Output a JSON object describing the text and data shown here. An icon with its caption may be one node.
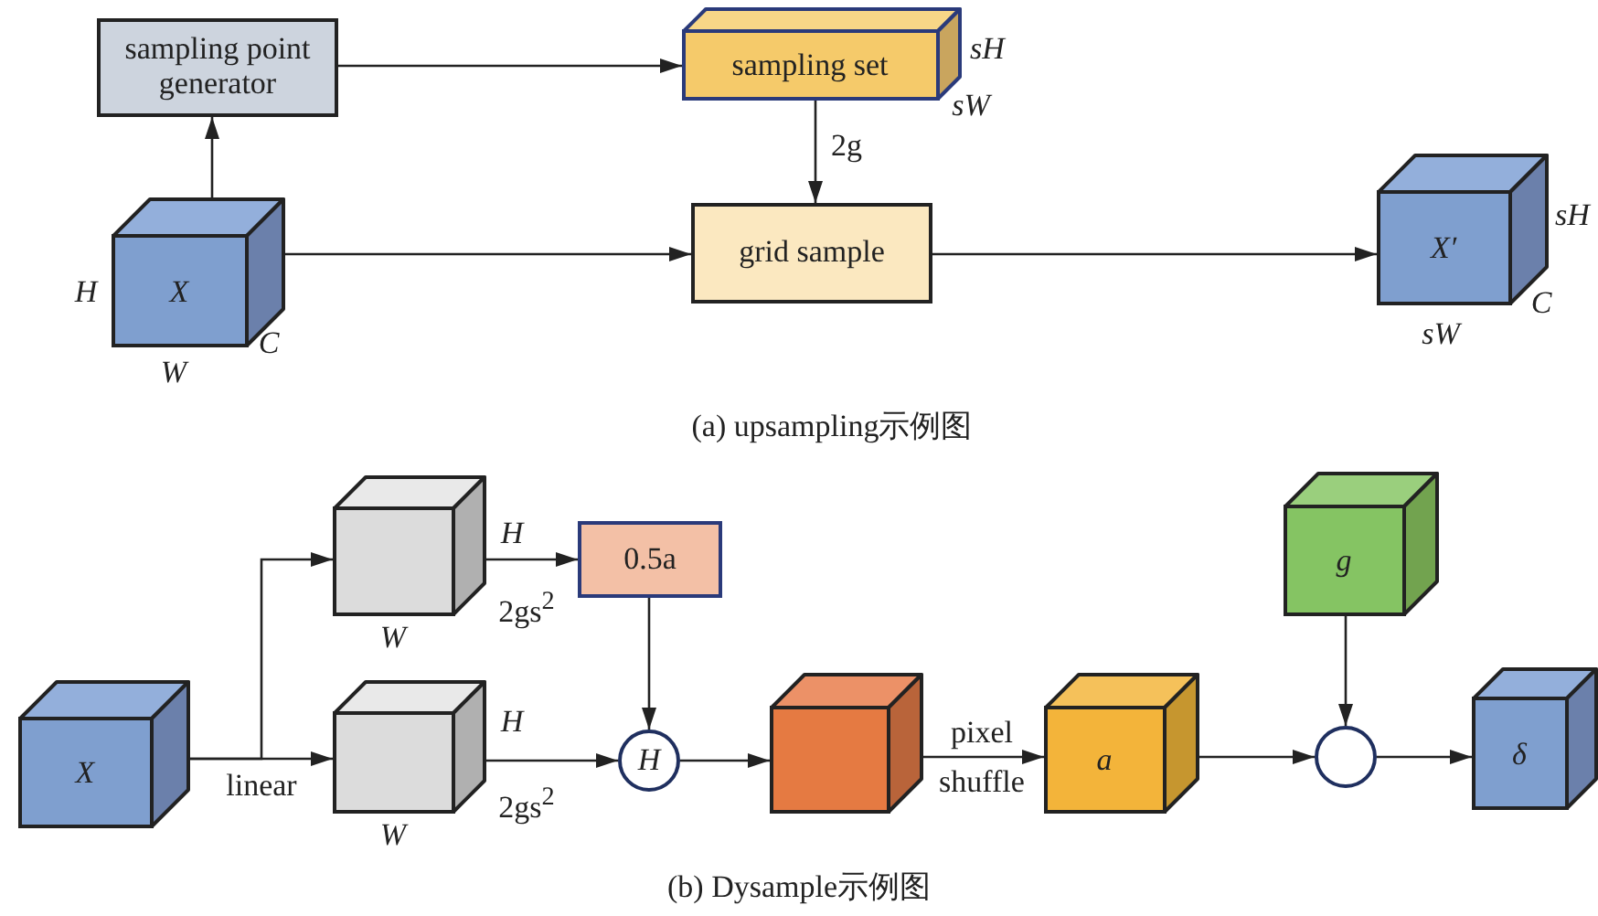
{
  "diagram": {
    "nodes": [
      {
        "text": [
          "sampling point generator"
        ]
      },
      {
        "text": [
          "sampling set"
        ],
        "beside": [
          "sH",
          "sW"
        ]
      },
      {
        "text": [
          "X"
        ],
        "beside": [
          "H",
          "W",
          "C"
        ]
      },
      {
        "text": [
          "grid sample"
        ]
      },
      {
        "text": [
          "X′"
        ],
        "beside": [
          "sH",
          "sW",
          "C"
        ]
      },
      {
        "text": [
          "X"
        ]
      },
      {
        "text": [],
        "shape": "box",
        "beside": [
          "H",
          "W",
          "2gs$^{2}$"
        ]
      },
      {
        "text": [],
        "shape": "box",
        "beside": [
          "H",
          "W",
          "2gs$^{2}$"
        ]
      },
      {
        "text": [
          "0.5a"
        ]
      },
      {
        "text": [
          "H"
        ]
      },
      {
        "text": [],
        "shape": "box"
      },
      {
        "text": [
          "a"
        ]
      },
      {
        "text": [
          "g"
        ]
      },
      {
        "text": [],
        "shape": "circle"
      },
      {
        "text": [
          "δ"
        ]
      }
    ],
    "edges": [
      {
        "from": 0,
        "to": 1,
        "arrow": "to"
      },
      {
        "from": 2,
        "to": 0,
        "arrow": "to"
      },
      {
        "from": 1,
        "to": 3,
        "arrow": "to",
        "label": "2g"
      },
      {
        "from": 2,
        "to": 3,
        "arrow": "to"
      },
      {
        "from": 3,
        "to": 4,
        "arrow": "to"
      },
      {
        "from": 5,
        "to": 6,
        "arrow": "to"
      },
      {
        "from": 5,
        "to": 7,
        "arrow": "to",
        "label": "linear"
      },
      {
        "from": 6,
        "to": 8,
        "arrow": "to"
      },
      {
        "from": 8,
        "to": 9,
        "arrow": "to"
      },
      {
        "from": 7,
        "to": 9,
        "arrow": "to"
      },
      {
        "from": 9,
        "to": 10,
        "arrow": "to"
      },
      {
        "from": 10,
        "to": 11,
        "arrow": "to",
        "label": "pixel shuffle"
      },
      {
        "from": 11,
        "to": 13,
        "arrow": "to"
      },
      {
        "from": 12,
        "to": 13,
        "arrow": "to"
      },
      {
        "from": 13,
        "to": 14,
        "arrow": "to"
      }
    ],
    "labels": [
      "(a) upsampling示例图",
      "(b) Dysample示例图"
    ]
  }
}
